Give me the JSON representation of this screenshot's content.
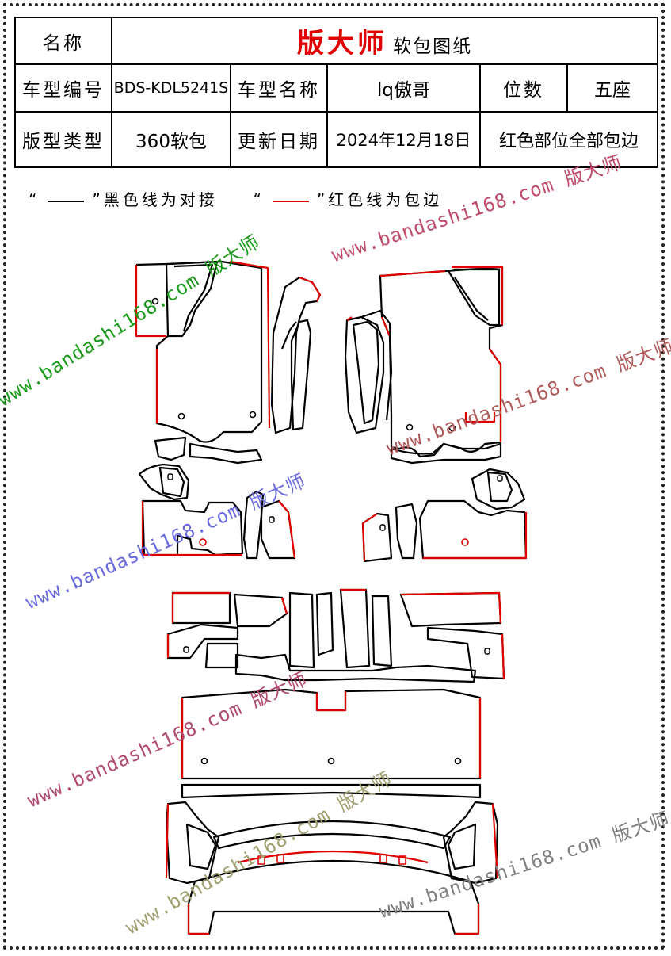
{
  "table": {
    "row1": {
      "name_label": "名称",
      "brand": "版大师",
      "title_suffix": "软包图纸"
    },
    "row2": {
      "model_code_label": "车型编号",
      "model_code": "BDS-KDL5241S",
      "model_name_label": "车型名称",
      "model_name": "lq傲哥",
      "seats_label": "位数",
      "seats": "五座"
    },
    "row3": {
      "type_label": "版型类型",
      "type": "360软包",
      "date_label": "更新日期",
      "date": "2024年12月18日",
      "note": "红色部位全部包边"
    }
  },
  "legend": {
    "open_quote": "“",
    "close_quote": "”",
    "black_text": "黑色线为对接",
    "red_text": "红色线为包边"
  },
  "watermarks": [
    {
      "text": "www.bandashi168.com 版大师",
      "color": "#1a9a1a"
    },
    {
      "text": "www.bandashi168.com 版大师",
      "color": "#c04a6a"
    },
    {
      "text": "www.bandashi168.com 版大师",
      "color": "#b05a5a"
    },
    {
      "text": "www.bandashi168.com 版大师",
      "color": "#6a6adf"
    },
    {
      "text": "www.bandashi168.com 版大师",
      "color": "#b04a70"
    },
    {
      "text": "www.bandashi168.com 版大师",
      "color": "#808080"
    },
    {
      "text": "www.bandashi168.com 版大师",
      "color": "#a0a070"
    }
  ],
  "colors": {
    "brand": "#e00000",
    "edge_binding": "#e00000",
    "butt_joint": "#000000"
  }
}
